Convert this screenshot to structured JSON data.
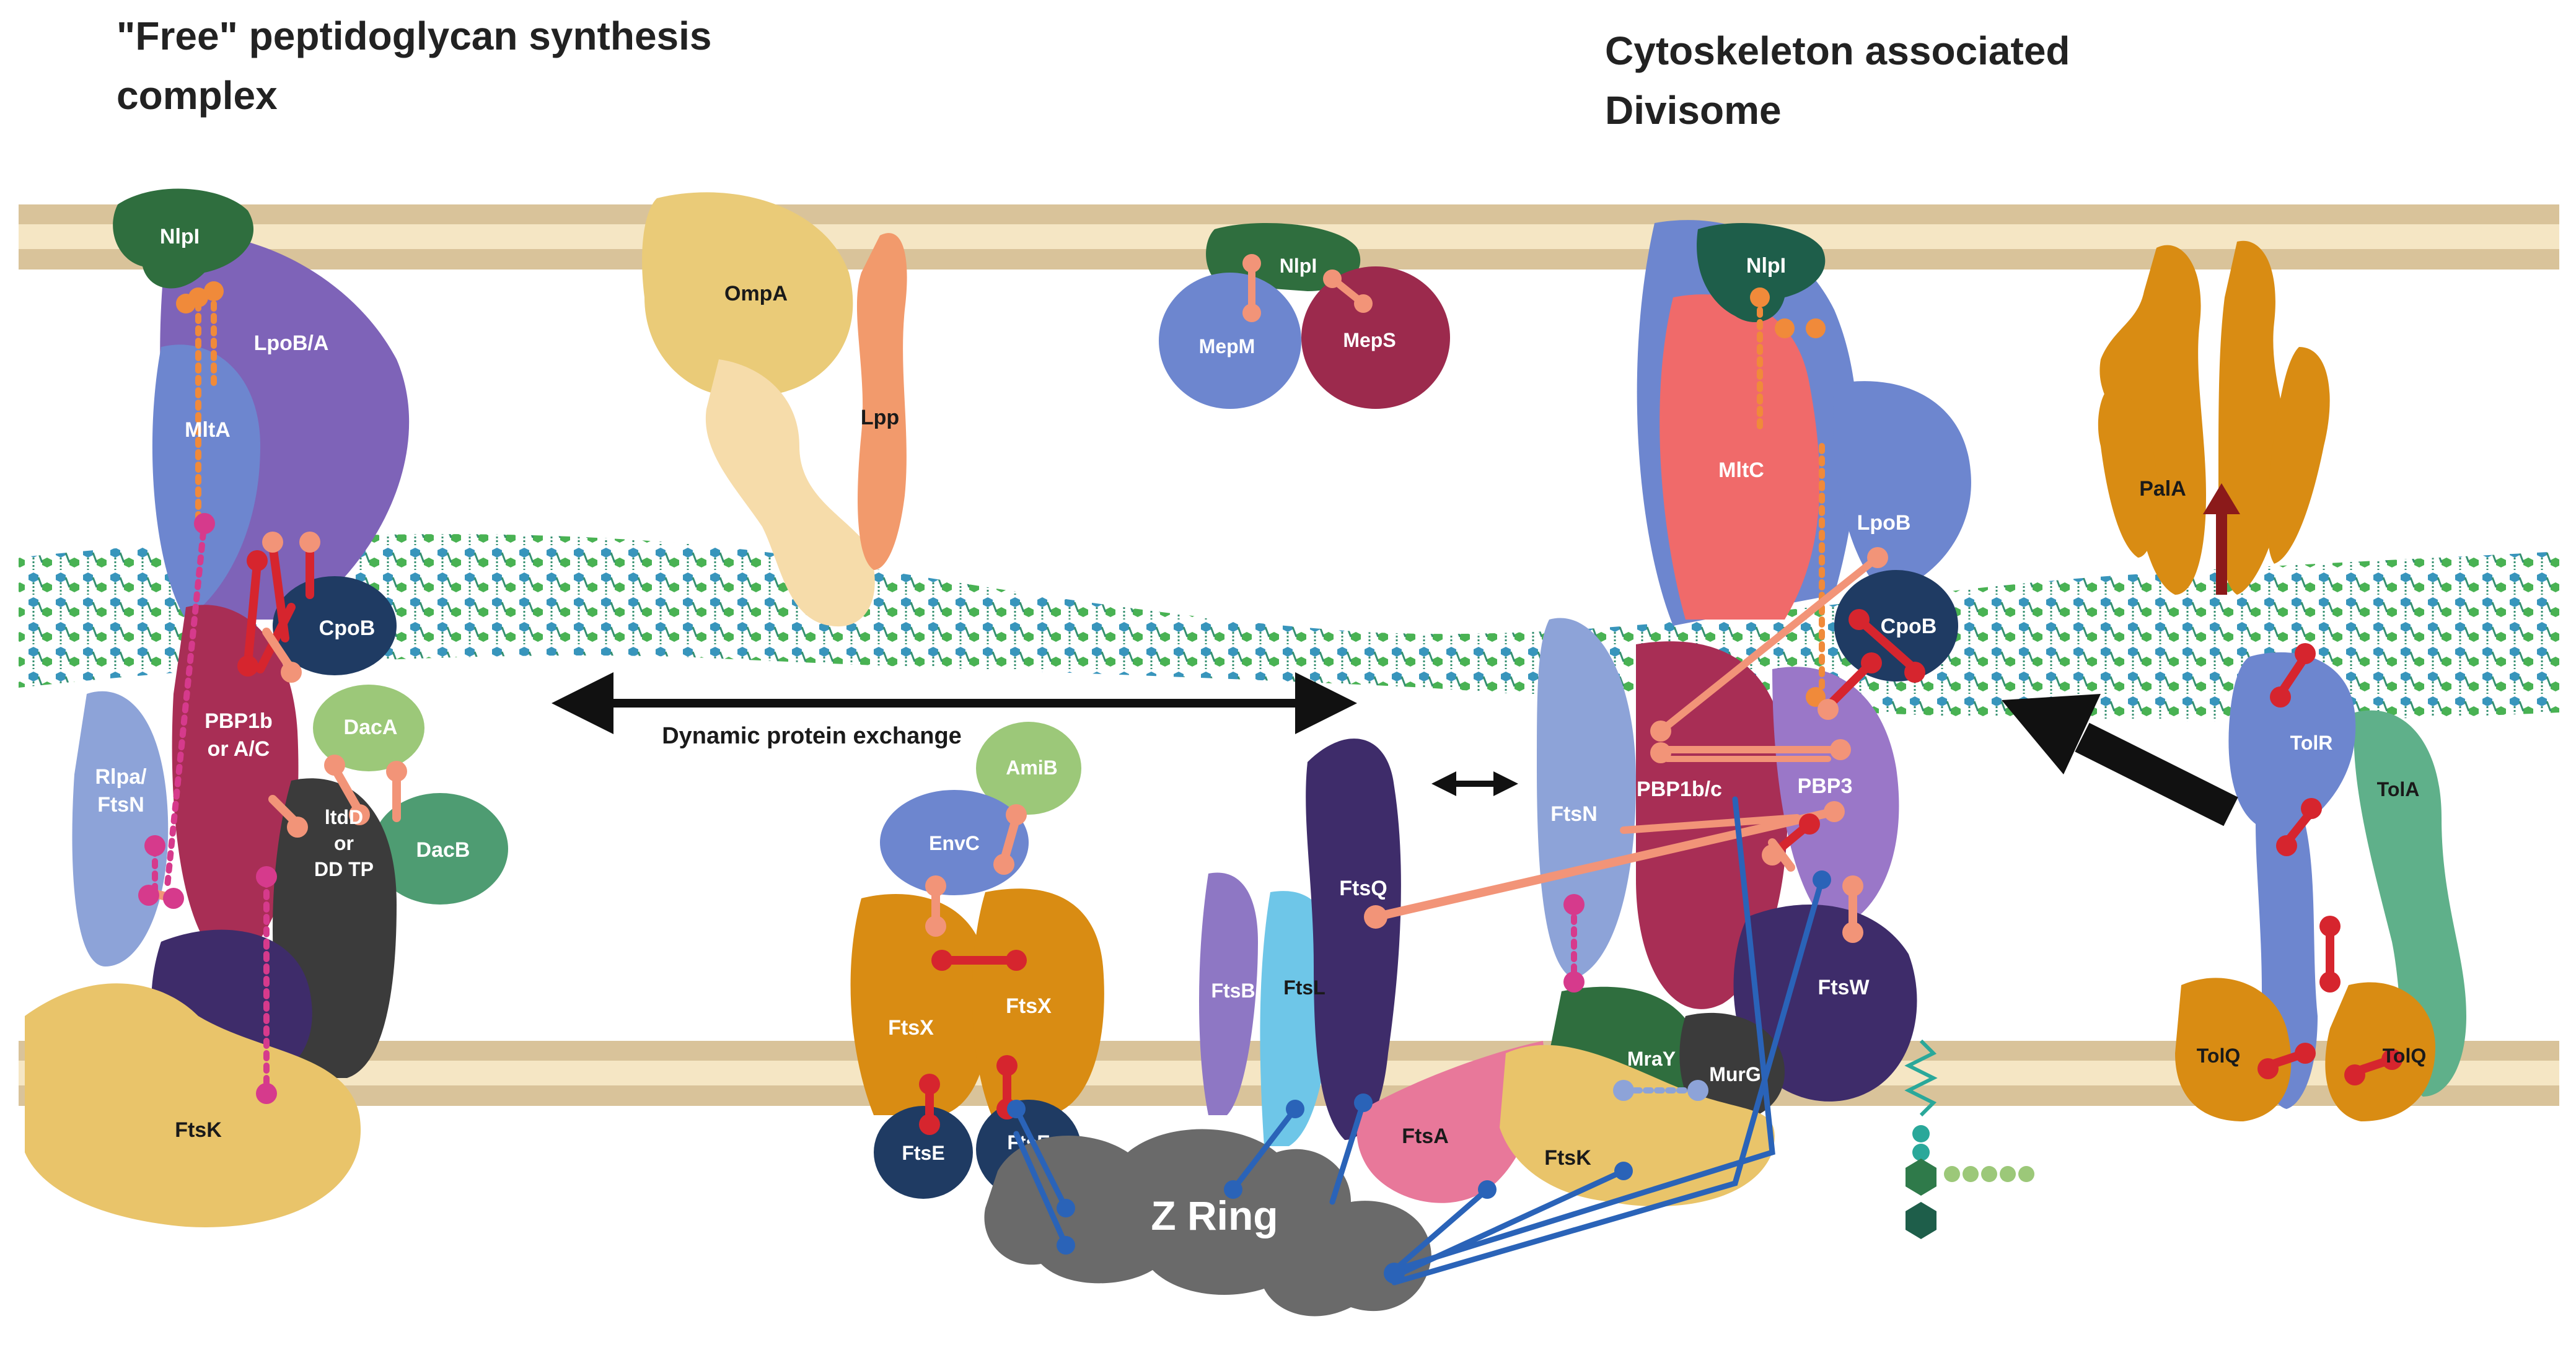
{
  "headings": {
    "left": [
      "\"Free\" peptidoglycan synthesis",
      "complex"
    ],
    "right": [
      "Cytoskeleton associated",
      "Divisome"
    ]
  },
  "labels": {
    "nlpi_left": "NlpI",
    "lpob_a": "LpoB/A",
    "mlta": "MltA",
    "cpob_left": "CpoB",
    "pbp1b_line1": "PBP1b",
    "pbp1b_line2": "or A/C",
    "daca": "DacA",
    "dacb": "DacB",
    "rlpa_line1": "Rlpa/",
    "rlpa_line2": "FtsN",
    "ltdd_line1": "ltdD",
    "ltdd_line2": "or",
    "ltdd_line3": "DD TP",
    "ftsk_left": "FtsK",
    "ompa": "OmpA",
    "lpp": "Lpp",
    "nlpi_mid": "NlpI",
    "mepm": "MepM",
    "meps": "MepS",
    "dynamic": "Dynamic protein exchange",
    "amib": "AmiB",
    "envc": "EnvC",
    "ftsx_1": "FtsX",
    "ftsx_2": "FtsX",
    "ftse_1": "FtsE",
    "ftse_2": "FtsE",
    "ftsb": "FtsB",
    "ftsl": "FtsL",
    "ftsq": "FtsQ",
    "zring": "Z Ring",
    "ftsa": "FtsA",
    "ftsk_right": "FtsK",
    "nlpi_right": "NlpI",
    "mltc": "MltC",
    "lpob_right": "LpoB",
    "cpob_right": "CpoB",
    "ftsn": "FtsN",
    "pbp1bc": "PBP1b/c",
    "pbp3": "PBP3",
    "ftsw": "FtsW",
    "mray": "MraY",
    "murg": "MurG",
    "pala": "PalA",
    "tolr": "TolR",
    "tola": "TolA",
    "tolq_1": "TolQ",
    "tolq_2": "TolQ"
  },
  "colors": {
    "membrane": "#d9c39a",
    "membrane_inner": "#f5e6c4",
    "peptidoglycan": "#2f9a6a",
    "interaction_red": "#d6252e",
    "interaction_orange": "#f08a3a",
    "interaction_salmon": "#f29478",
    "interaction_magenta": "#d63a8c",
    "interaction_blue": "#2a63b8"
  }
}
